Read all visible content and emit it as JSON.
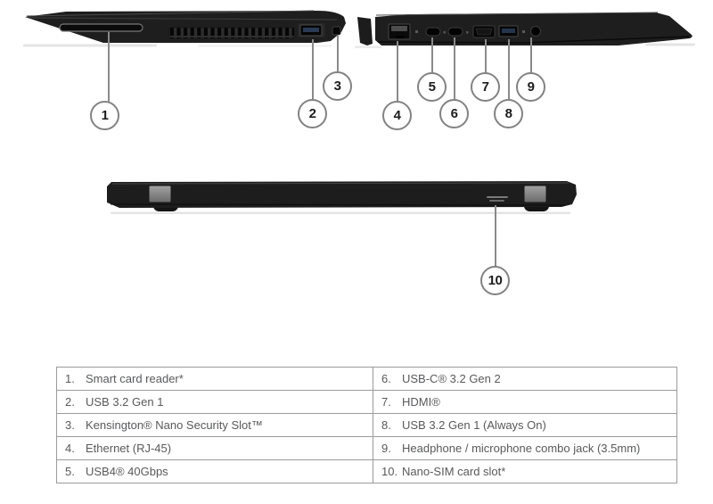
{
  "figure": {
    "description": "Laptop port location diagram with three views",
    "views": [
      {
        "name": "left-side-view"
      },
      {
        "name": "right-side-view"
      },
      {
        "name": "rear-view"
      }
    ],
    "callouts": [
      {
        "num": "1",
        "port": "smart-card-reader"
      },
      {
        "num": "2",
        "port": "usb-a-3-2-gen1"
      },
      {
        "num": "3",
        "port": "kensington-nano-security-slot"
      },
      {
        "num": "4",
        "port": "ethernet-rj45"
      },
      {
        "num": "5",
        "port": "usb4-40gbps"
      },
      {
        "num": "6",
        "port": "usb-c-3-2-gen2"
      },
      {
        "num": "7",
        "port": "hdmi"
      },
      {
        "num": "8",
        "port": "usb-a-3-2-gen1-always-on"
      },
      {
        "num": "9",
        "port": "headphone-microphone-combo-jack"
      },
      {
        "num": "10",
        "port": "nano-sim-card-slot"
      }
    ]
  },
  "legend_table": {
    "items": [
      {
        "num": "1.",
        "label": "Smart card reader*"
      },
      {
        "num": "2.",
        "label": "USB 3.2 Gen 1"
      },
      {
        "num": "3.",
        "label": "Kensington® Nano Security Slot™"
      },
      {
        "num": "4.",
        "label": "Ethernet (RJ-45)"
      },
      {
        "num": "5.",
        "label": "USB4® 40Gbps"
      },
      {
        "num": "6.",
        "label": "USB-C® 3.2 Gen 2"
      },
      {
        "num": "7.",
        "label": "HDMI®"
      },
      {
        "num": "8.",
        "label": "USB 3.2 Gen 1 (Always On)"
      },
      {
        "num": "9.",
        "label": "Headphone / microphone combo jack (3.5mm)"
      },
      {
        "num": "10.",
        "label": "Nano-SIM card slot*"
      }
    ]
  },
  "colors": {
    "laptop_body": "#1e1e1e",
    "hinge_gray": "#8c8c8c",
    "callout_border": "#828282",
    "table_border": "#9b9b9b",
    "table_text": "#58595b",
    "shadow": "#e4e4e4"
  }
}
